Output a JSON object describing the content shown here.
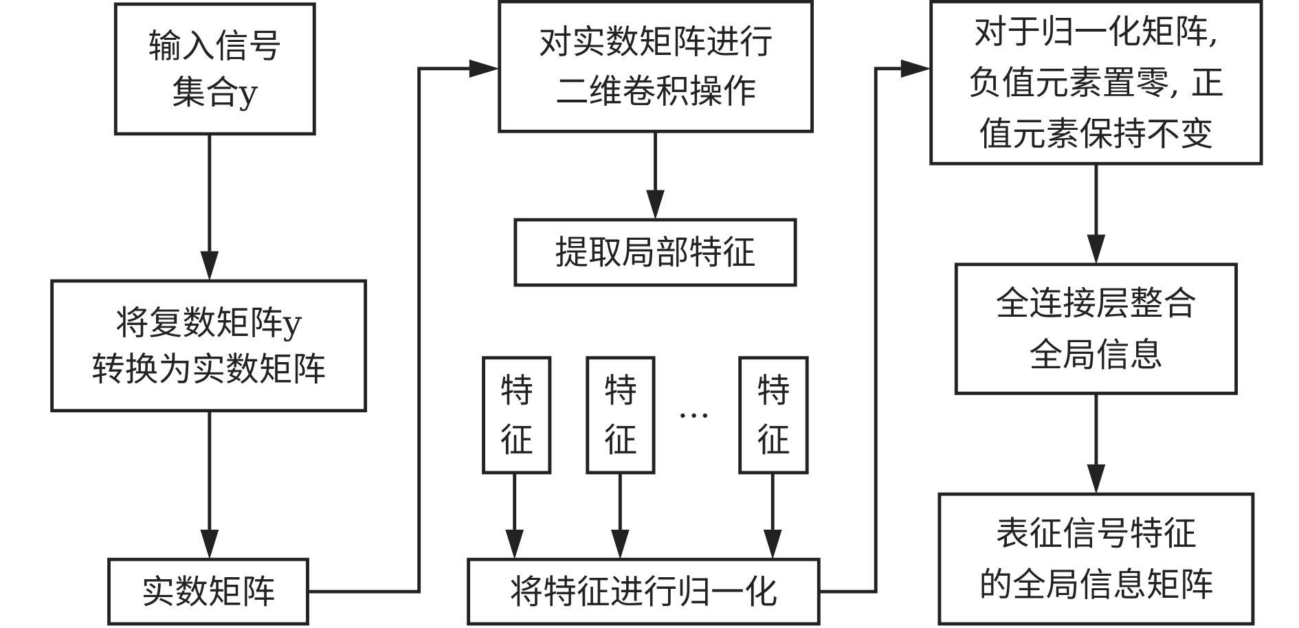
{
  "nodes": {
    "input": [
      "输入信号",
      "集合y"
    ],
    "convert": [
      "将复数矩阵y",
      "转换为实数矩阵"
    ],
    "real_matrix": [
      "实数矩阵"
    ],
    "conv": [
      "对实数矩阵进行",
      "二维卷积操作"
    ],
    "local_features": [
      "提取局部特征"
    ],
    "feature_1": [
      "特",
      "征"
    ],
    "feature_2": [
      "特",
      "征"
    ],
    "ellipsis": "…",
    "feature_n": [
      "特",
      "征"
    ],
    "normalize": [
      "将特征进行归一化"
    ],
    "relu": [
      "对于归一化矩阵,",
      "负值元素置零, 正",
      "值元素保持不变"
    ],
    "fc": [
      "全连接层整合",
      "全局信息"
    ],
    "output": [
      "表征信号特征",
      "的全局信息矩阵"
    ]
  }
}
